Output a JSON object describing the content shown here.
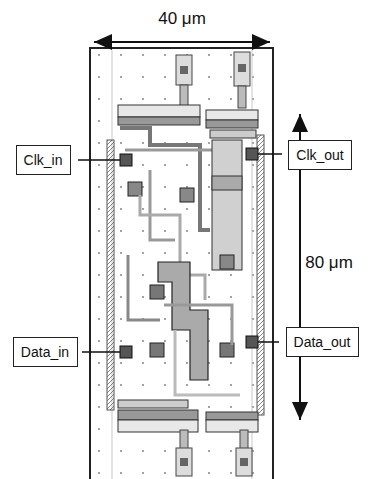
{
  "diagram": {
    "nodes": [
      {
        "text": [
          "Clk_in"
        ]
      },
      {
        "text": [
          "Clk_out"
        ]
      },
      {
        "text": [
          "Data_in"
        ]
      },
      {
        "text": [
          "Data_out"
        ]
      }
    ],
    "labels": [
      "40 μm",
      "80 μm"
    ]
  }
}
